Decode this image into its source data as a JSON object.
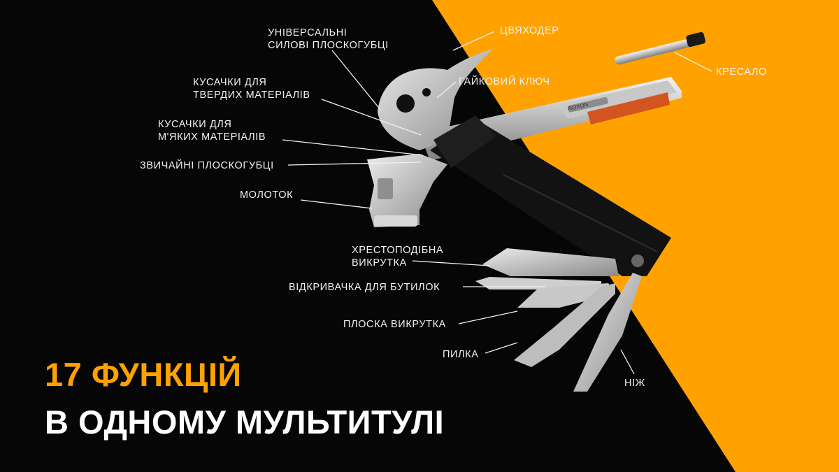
{
  "colors": {
    "background": "#060606",
    "accent": "#FFA200",
    "label_text": "#F2F2F2",
    "headline_accent": "#FFA200",
    "headline_main": "#FFFFFF"
  },
  "headline": {
    "line1": "17 ФУНКЦІЙ",
    "line2": "В ОДНОМУ МУЛЬТИТУЛІ"
  },
  "brand_on_tool": "ROXON",
  "callouts": [
    {
      "id": "universal-pliers",
      "label": "УНІВЕРСАЛЬНІ\nСИЛОВІ ПЛОСКОГУБЦІ"
    },
    {
      "id": "nail-puller",
      "label": "ЦВЯХОДЕР"
    },
    {
      "id": "fire-starter",
      "label": "КРЕСАЛО"
    },
    {
      "id": "hard-cutter",
      "label": "КУСАЧКИ  ДЛЯ\nТВЕРДИХ МАТЕРІАЛІВ"
    },
    {
      "id": "wrench",
      "label": "ГАЙКОВИЙ КЛЮЧ"
    },
    {
      "id": "soft-cutter",
      "label": "КУСАЧКИ ДЛЯ\nМ'ЯКИХ МАТЕРІАЛІВ"
    },
    {
      "id": "regular-pliers",
      "label": "ЗВИЧАЙНІ ПЛОСКОГУБЦІ"
    },
    {
      "id": "hammer",
      "label": "МОЛОТОК"
    },
    {
      "id": "phillips-screwdriver",
      "label": "ХРЕСТОПОДІБНА\nВИКРУТКА"
    },
    {
      "id": "bottle-opener",
      "label": "ВІДКРИВАЧКА  ДЛЯ БУТИЛОК"
    },
    {
      "id": "flat-screwdriver",
      "label": "ПЛОСКА ВИКРУТКА"
    },
    {
      "id": "saw",
      "label": "ПИЛКА"
    },
    {
      "id": "knife",
      "label": "НІЖ"
    }
  ]
}
